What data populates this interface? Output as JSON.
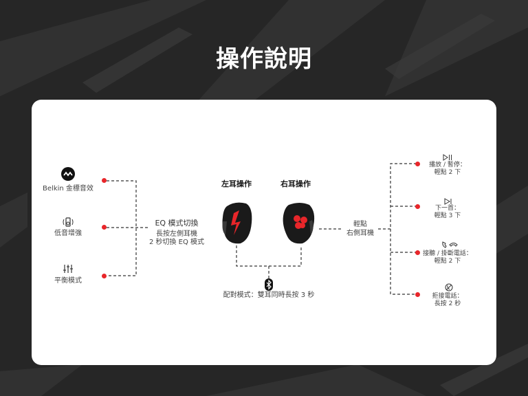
{
  "title": "操作說明",
  "eq_modes": [
    {
      "label": "Belkin 金標音效",
      "icon": "belkin-logo-icon"
    },
    {
      "label": "低音增強",
      "icon": "bass-boost-icon"
    },
    {
      "label": "平衡模式",
      "icon": "equalizer-sliders-icon"
    }
  ],
  "eq_switch": {
    "title": "EQ 模式切換",
    "line1": "長按左側耳機",
    "line2": "2 秒切換 EQ 模式"
  },
  "left_ear_label": "左耳操作",
  "right_ear_label": "右耳操作",
  "pairing": {
    "text": "配對模式：雙耳同時長按 3 秒",
    "icon": "bluetooth-icon"
  },
  "tap_right": {
    "line1": "輕點",
    "line2": "右側耳機"
  },
  "actions": [
    {
      "line1": "播放 / 暫停：",
      "line2": "輕點 2 下",
      "icon": "play-pause-icon"
    },
    {
      "line1": "下一首：",
      "line2": "輕點 3 下",
      "icon": "next-track-icon"
    },
    {
      "line1": "接聽 / 掛斷電話：",
      "line2": "輕點 2 下",
      "icon": "answer-hangup-call-icon"
    },
    {
      "line1": "拒接電話：",
      "line2": "長按 2 秒",
      "icon": "reject-call-icon"
    }
  ],
  "colors": {
    "accent": "#e8262a",
    "background": "#2a2a2a",
    "card": "#ffffff"
  }
}
